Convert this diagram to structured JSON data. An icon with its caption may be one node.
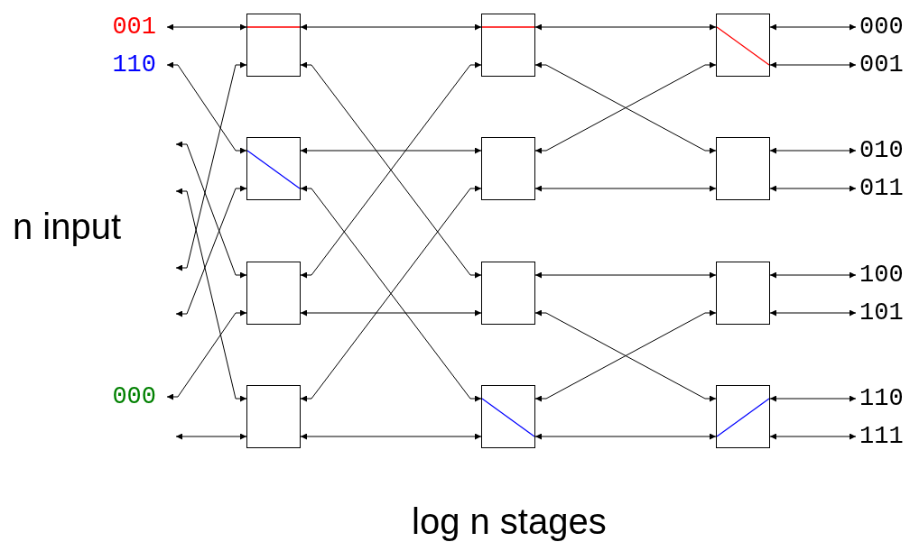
{
  "diagram": {
    "nodes": [
      {
        "text": [
          "001"
        ]
      },
      {
        "text": [
          "110"
        ]
      },
      {
        "text": [
          "000"
        ]
      },
      {
        "text": [],
        "shape": "box"
      },
      {
        "text": [],
        "shape": "box"
      },
      {
        "text": [],
        "shape": "box"
      },
      {
        "text": [],
        "shape": "box"
      },
      {
        "text": [],
        "shape": "box"
      },
      {
        "text": [],
        "shape": "box"
      },
      {
        "text": [],
        "shape": "box"
      },
      {
        "text": [],
        "shape": "box"
      },
      {
        "text": [],
        "shape": "box"
      },
      {
        "text": [],
        "shape": "box"
      },
      {
        "text": [],
        "shape": "box"
      },
      {
        "text": [],
        "shape": "box"
      },
      {
        "text": [
          "000"
        ]
      },
      {
        "text": [
          "001"
        ]
      },
      {
        "text": [
          "010"
        ]
      },
      {
        "text": [
          "011"
        ]
      },
      {
        "text": [
          "100"
        ]
      },
      {
        "text": [
          "101"
        ]
      },
      {
        "text": [
          "110"
        ]
      },
      {
        "text": [
          "111"
        ]
      }
    ],
    "edges": [
      {
        "from": 0,
        "to": 3,
        "arrow": "both"
      },
      {
        "from": 1,
        "to": 4,
        "arrow": "both"
      },
      {
        "from": null,
        "to": 5,
        "arrow": "both"
      },
      {
        "from": null,
        "to": 6,
        "arrow": "both"
      },
      {
        "from": null,
        "to": 3,
        "arrow": "both"
      },
      {
        "from": null,
        "to": 4,
        "arrow": "both"
      },
      {
        "from": 2,
        "to": 5,
        "arrow": "both"
      },
      {
        "from": null,
        "to": 6,
        "arrow": "both"
      },
      {
        "from": 3,
        "to": 7,
        "arrow": "both"
      },
      {
        "from": 3,
        "to": 9,
        "arrow": "both"
      },
      {
        "from": 4,
        "to": 8,
        "arrow": "both"
      },
      {
        "from": 4,
        "to": 10,
        "arrow": "both"
      },
      {
        "from": 5,
        "to": 7,
        "arrow": "both"
      },
      {
        "from": 5,
        "to": 9,
        "arrow": "both"
      },
      {
        "from": 6,
        "to": 8,
        "arrow": "both"
      },
      {
        "from": 6,
        "to": 10,
        "arrow": "both"
      },
      {
        "from": 7,
        "to": 11,
        "arrow": "both"
      },
      {
        "from": 7,
        "to": 12,
        "arrow": "both"
      },
      {
        "from": 8,
        "to": 11,
        "arrow": "both"
      },
      {
        "from": 8,
        "to": 12,
        "arrow": "both"
      },
      {
        "from": 9,
        "to": 13,
        "arrow": "both"
      },
      {
        "from": 9,
        "to": 14,
        "arrow": "both"
      },
      {
        "from": 10,
        "to": 13,
        "arrow": "both"
      },
      {
        "from": 10,
        "to": 14,
        "arrow": "both"
      },
      {
        "from": 11,
        "to": 15,
        "arrow": "both"
      },
      {
        "from": 11,
        "to": 16,
        "arrow": "both"
      },
      {
        "from": 12,
        "to": 17,
        "arrow": "both"
      },
      {
        "from": 12,
        "to": 18,
        "arrow": "both"
      },
      {
        "from": 13,
        "to": 19,
        "arrow": "both"
      },
      {
        "from": 13,
        "to": 20,
        "arrow": "both"
      },
      {
        "from": 14,
        "to": 21,
        "arrow": "both"
      },
      {
        "from": 14,
        "to": 22,
        "arrow": "both"
      }
    ],
    "labels": [
      "n input",
      "log n stages"
    ]
  }
}
